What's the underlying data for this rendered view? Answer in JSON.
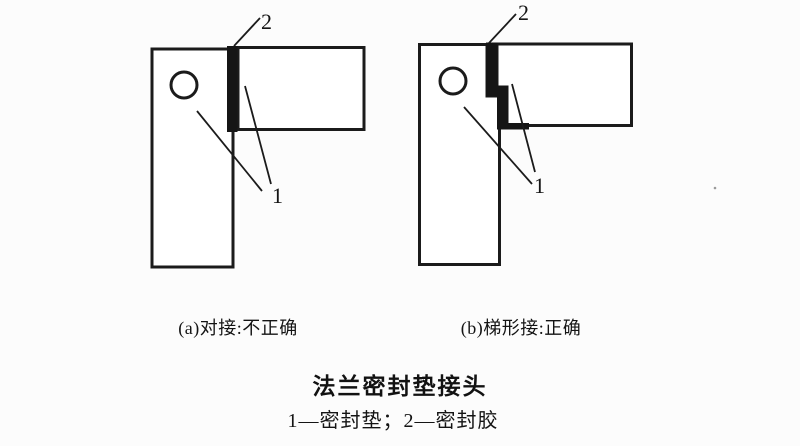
{
  "page": {
    "background": "#fcfcfc",
    "ink": "#1b1b1b"
  },
  "figure": {
    "title": "法兰密封垫接头",
    "legend": "1—密封垫；2—密封胶",
    "panel_a": {
      "caption": "(a)对接:不正确",
      "label_gasket": "1",
      "label_sealant": "2"
    },
    "panel_b": {
      "caption": "(b)梯形接:正确",
      "label_gasket": "1",
      "label_sealant": "2"
    }
  }
}
